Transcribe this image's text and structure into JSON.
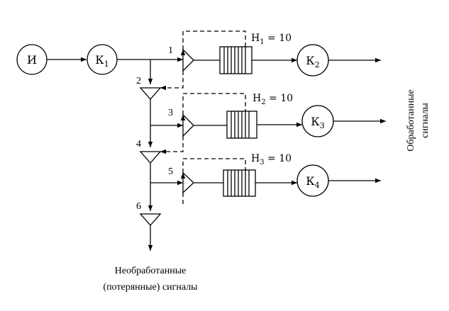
{
  "nodes": {
    "source": {
      "label": "И"
    },
    "k1": {
      "main": "К",
      "sub": "1"
    },
    "k2": {
      "main": "К",
      "sub": "2"
    },
    "k3": {
      "main": "К",
      "sub": "3"
    },
    "k4": {
      "main": "К",
      "sub": "4"
    }
  },
  "switch_numbers": {
    "s1": "1",
    "s2": "2",
    "s3": "3",
    "s4": "4",
    "s5": "5",
    "s6": "6"
  },
  "buffers": {
    "h1": {
      "main": "Н",
      "sub": "1",
      "rest": " = 10"
    },
    "h2": {
      "main": "Н",
      "sub": "2",
      "rest": " = 10"
    },
    "h3": {
      "main": "Н",
      "sub": "3",
      "rest": " = 10"
    }
  },
  "labels": {
    "processed_line1": "Обработанные",
    "processed_line2": "сигналы",
    "unprocessed_line1": "Необработанные",
    "unprocessed_line2": "(потерянные) сигналы"
  }
}
